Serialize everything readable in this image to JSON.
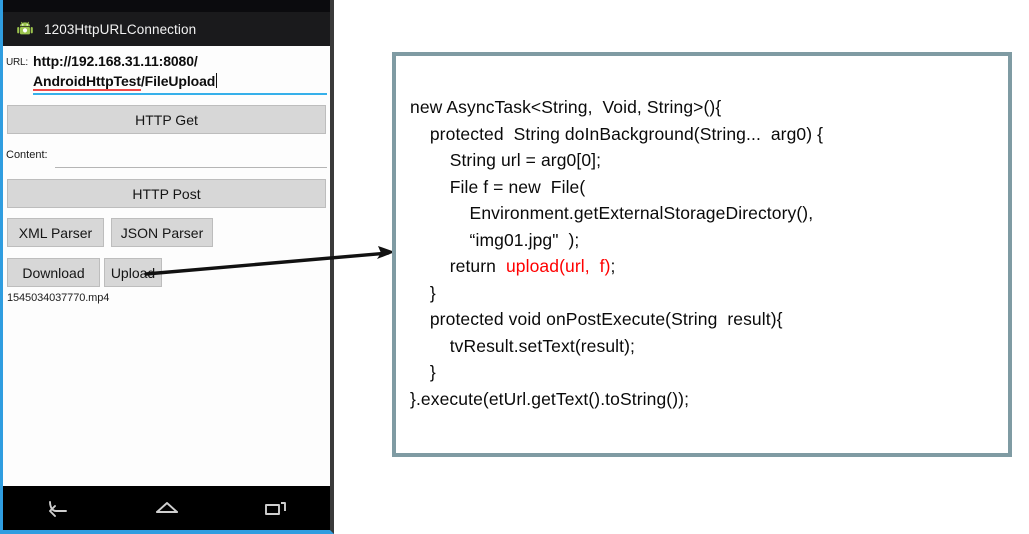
{
  "phone": {
    "app_title": "1203HttpURLConnection",
    "app_icon": "android-robot-icon",
    "url_label": "URL:",
    "url_line1": "http://192.168.31.11:8080/",
    "url_line2_misspelled": "AndroidHttpTest",
    "url_line2_rest": "/FileUpload",
    "content_label": "Content:",
    "content_value": "",
    "buttons": {
      "http_get": "HTTP Get",
      "http_post": "HTTP Post",
      "xml_parser": "XML Parser",
      "json_parser": "JSON Parser",
      "download": "Download",
      "upload": "Upload"
    },
    "result_filename": "1545034037770.mp4",
    "navbar": {
      "back": "back-icon",
      "home": "home-icon",
      "recents": "recents-icon"
    }
  },
  "code": {
    "lines": [
      {
        "indent": 0,
        "text": "new AsyncTask<String,  Void, String>(){"
      },
      {
        "indent": 1,
        "text": "protected  String doInBackground(String...  arg0) {"
      },
      {
        "indent": 2,
        "text": "String url = arg0[0];"
      },
      {
        "indent": 2,
        "text": "File f = new  File("
      },
      {
        "indent": 3,
        "text": "Environment.getExternalStorageDirectory(),"
      },
      {
        "indent": 3,
        "text": "“img01.jpg\"  );"
      },
      {
        "indent": 2,
        "text": "return  ",
        "highlight": "upload(url,  f)",
        "tail": ";"
      },
      {
        "indent": 1,
        "text": "}"
      },
      {
        "indent": 1,
        "text": "protected void onPostExecute(String  result){"
      },
      {
        "indent": 2,
        "text": "tvResult.setText(result);"
      },
      {
        "indent": 1,
        "text": "}"
      },
      {
        "indent": 0,
        "text": "}.execute(etUrl.getText().toString());"
      }
    ],
    "highlight_color": "#ff0000",
    "border_color": "#7f9ba3"
  },
  "annotation": {
    "arrow": "arrow-from-upload-button-to-code"
  }
}
